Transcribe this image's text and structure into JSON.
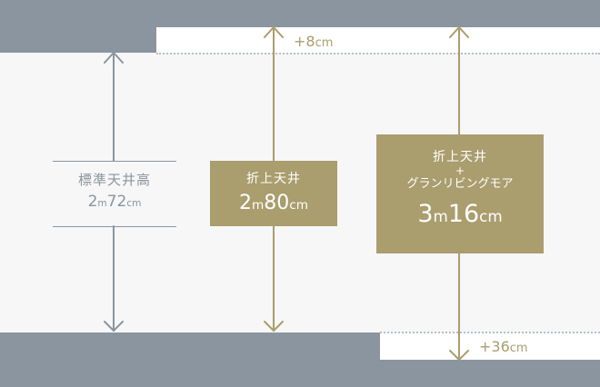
{
  "colors": {
    "slab": "#8a959f",
    "background": "#f7f7f7",
    "standard_accent": "#8a959f",
    "raised_accent": "#aa9d6e",
    "label_text": "#ffffff"
  },
  "standard": {
    "title": "標準天井高",
    "height_value": "2",
    "height_unit_m": "m",
    "height_value2": "72",
    "height_unit_cm": "cm"
  },
  "raised": {
    "title": "折上天井",
    "height_value": "2",
    "height_unit_m": "m",
    "height_value2": "80",
    "height_unit_cm": "cm",
    "extra": "+8",
    "extra_unit": "cm"
  },
  "living": {
    "title": "折上天井",
    "plus": "+",
    "subtitle": "グランリビングモア",
    "height_value": "3",
    "height_unit_m": "m",
    "height_value2": "16",
    "height_unit_cm": "cm",
    "extra": "+36",
    "extra_unit": "cm"
  }
}
